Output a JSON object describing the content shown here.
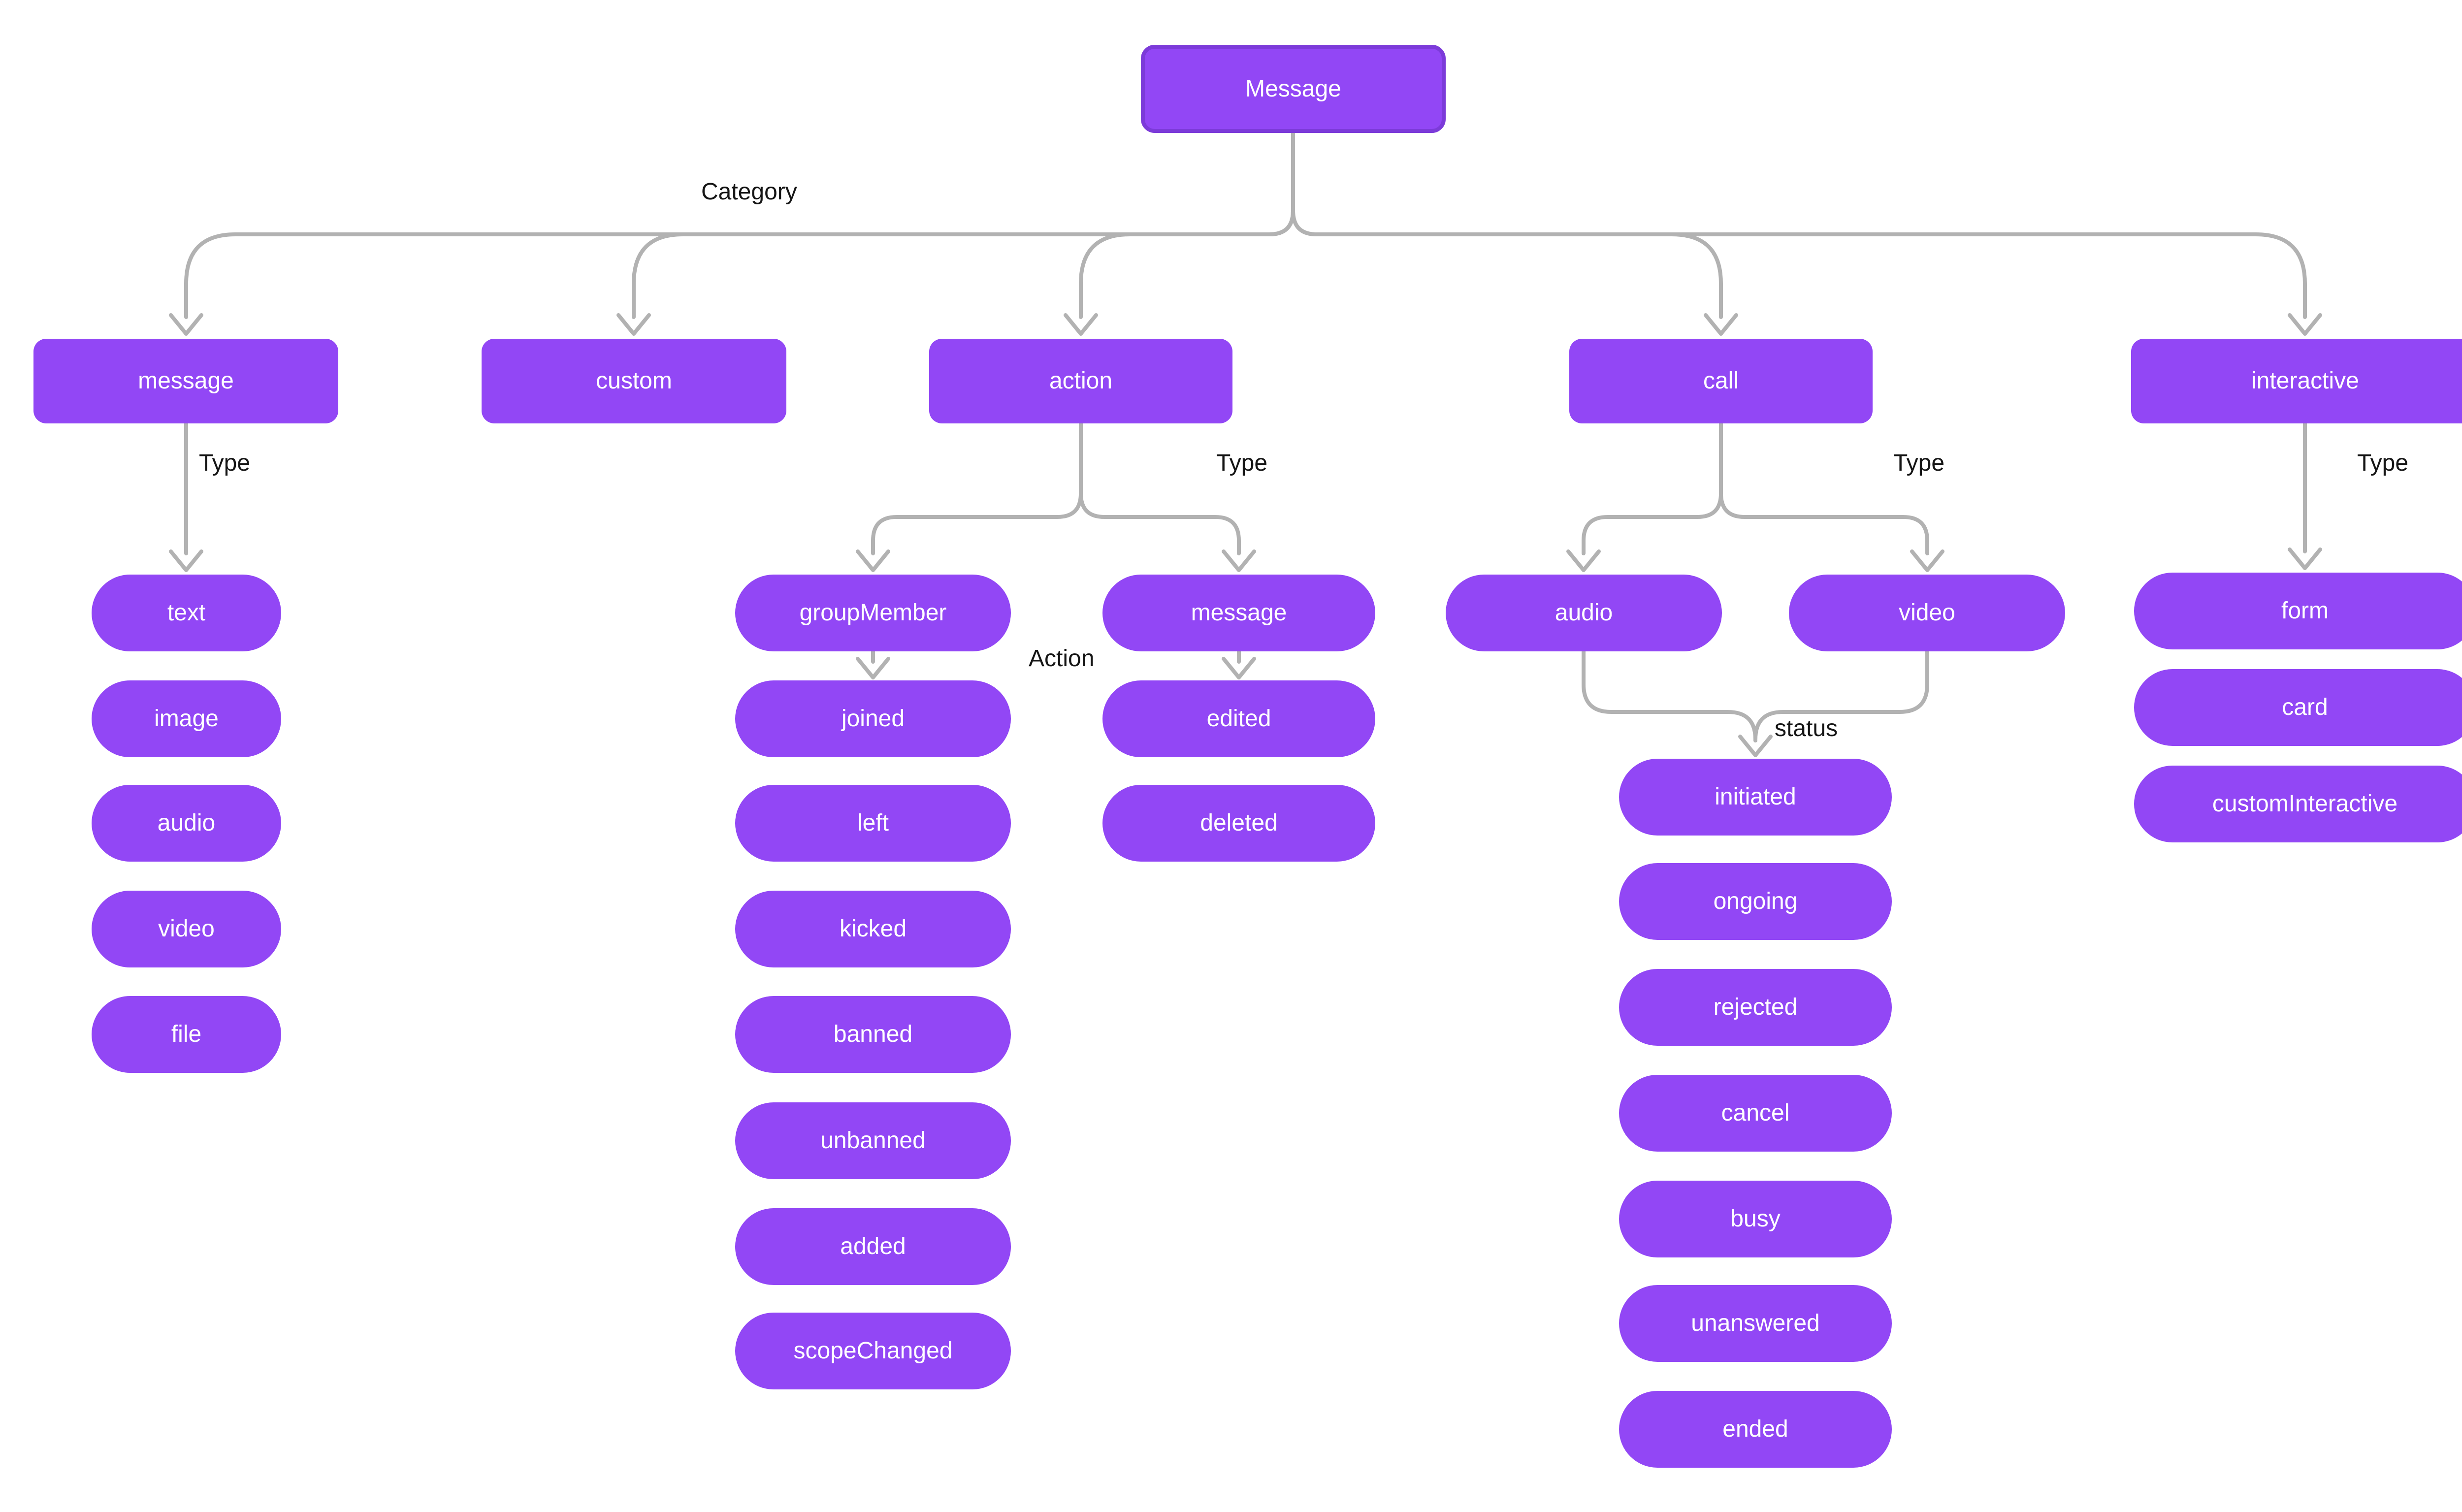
{
  "colors": {
    "node_fill": "#9247F5",
    "root_border": "#7C3BD9",
    "edge": "#B2B2B2",
    "label_text": "#151515",
    "node_text": "#FFFFFF",
    "background": "#FFFFFF"
  },
  "labels": {
    "category": "Category",
    "type_message": "Type",
    "type_action": "Type",
    "type_call": "Type",
    "type_interactive": "Type",
    "action": "Action",
    "status": "status"
  },
  "nodes": {
    "root": "Message",
    "message": "message",
    "custom": "custom",
    "action": "action",
    "call": "call",
    "interactive": "interactive",
    "text": "text",
    "image": "image",
    "audio_message": "audio",
    "video_message": "video",
    "file": "file",
    "group_member": "groupMember",
    "action_message": "message",
    "joined": "joined",
    "left": "left",
    "kicked": "kicked",
    "banned": "banned",
    "unbanned": "unbanned",
    "added": "added",
    "scope_changed": "scopeChanged",
    "edited": "edited",
    "deleted": "deleted",
    "audio_call": "audio",
    "video_call": "video",
    "initiated": "initiated",
    "ongoing": "ongoing",
    "rejected": "rejected",
    "cancel": "cancel",
    "busy": "busy",
    "unanswered": "unanswered",
    "ended": "ended",
    "form": "form",
    "card": "card",
    "custom_interactive": "customInteractive"
  },
  "edges": [
    {
      "from": "root",
      "to": "message"
    },
    {
      "from": "root",
      "to": "custom"
    },
    {
      "from": "root",
      "to": "action"
    },
    {
      "from": "root",
      "to": "call"
    },
    {
      "from": "root",
      "to": "interactive"
    },
    {
      "from": "message",
      "to": "text"
    },
    {
      "from": "action",
      "to": "group_member"
    },
    {
      "from": "action",
      "to": "action_message"
    },
    {
      "from": "group_member",
      "to": "joined"
    },
    {
      "from": "action_message",
      "to": "edited"
    },
    {
      "from": "call",
      "to": "audio_call"
    },
    {
      "from": "call",
      "to": "video_call"
    },
    {
      "from": "audio_call",
      "to": "initiated"
    },
    {
      "from": "video_call",
      "to": "initiated"
    },
    {
      "from": "interactive",
      "to": "form"
    }
  ]
}
